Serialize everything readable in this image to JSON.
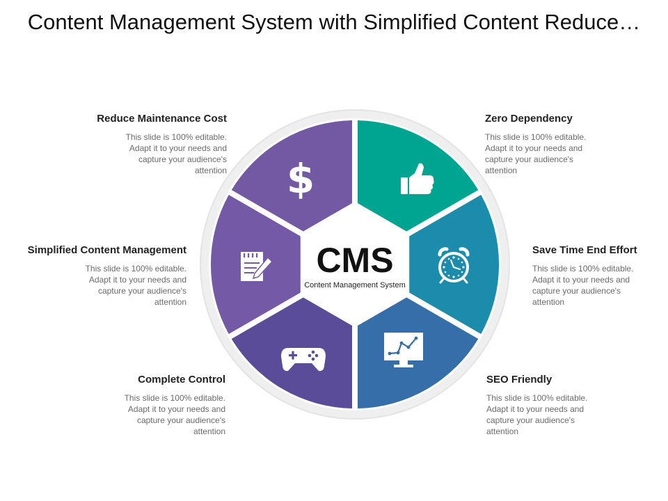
{
  "title": "Content Management System with Simplified Content Reduce…",
  "center": {
    "title": "CMS",
    "subtitle": "Content Management System"
  },
  "segments": [
    {
      "name": "Reduce Maintenance Cost",
      "text": "This slide is 100% editable. Adapt it to your needs and capture your audience's attention",
      "icon": "dollar-icon",
      "color": "#7359a3"
    },
    {
      "name": "Zero Dependency",
      "text": "This slide is 100% editable. Adapt it to your needs and capture your audience's attention",
      "icon": "thumbs-up-icon",
      "color": "#00a591"
    },
    {
      "name": "Save Time End Effort",
      "text": "This slide is 100% editable. Adapt it to your needs and capture your audience's attention",
      "icon": "alarm-clock-icon",
      "color": "#1b8cab"
    },
    {
      "name": "SEO Friendly",
      "text": "This slide is 100% editable. Adapt it to your needs and capture your audience's attention",
      "icon": "chart-monitor-icon",
      "color": "#366ea9"
    },
    {
      "name": "Complete Control",
      "text": "This slide is 100% editable. Adapt it to your needs and capture your audience's attention",
      "icon": "game-controller-icon",
      "color": "#5a4c99"
    },
    {
      "name": "Simplified Content Management",
      "text": "This slide is 100% editable. Adapt it to your needs and capture your audience's attention",
      "icon": "notepad-pencil-icon",
      "color": "#7459a6"
    }
  ]
}
